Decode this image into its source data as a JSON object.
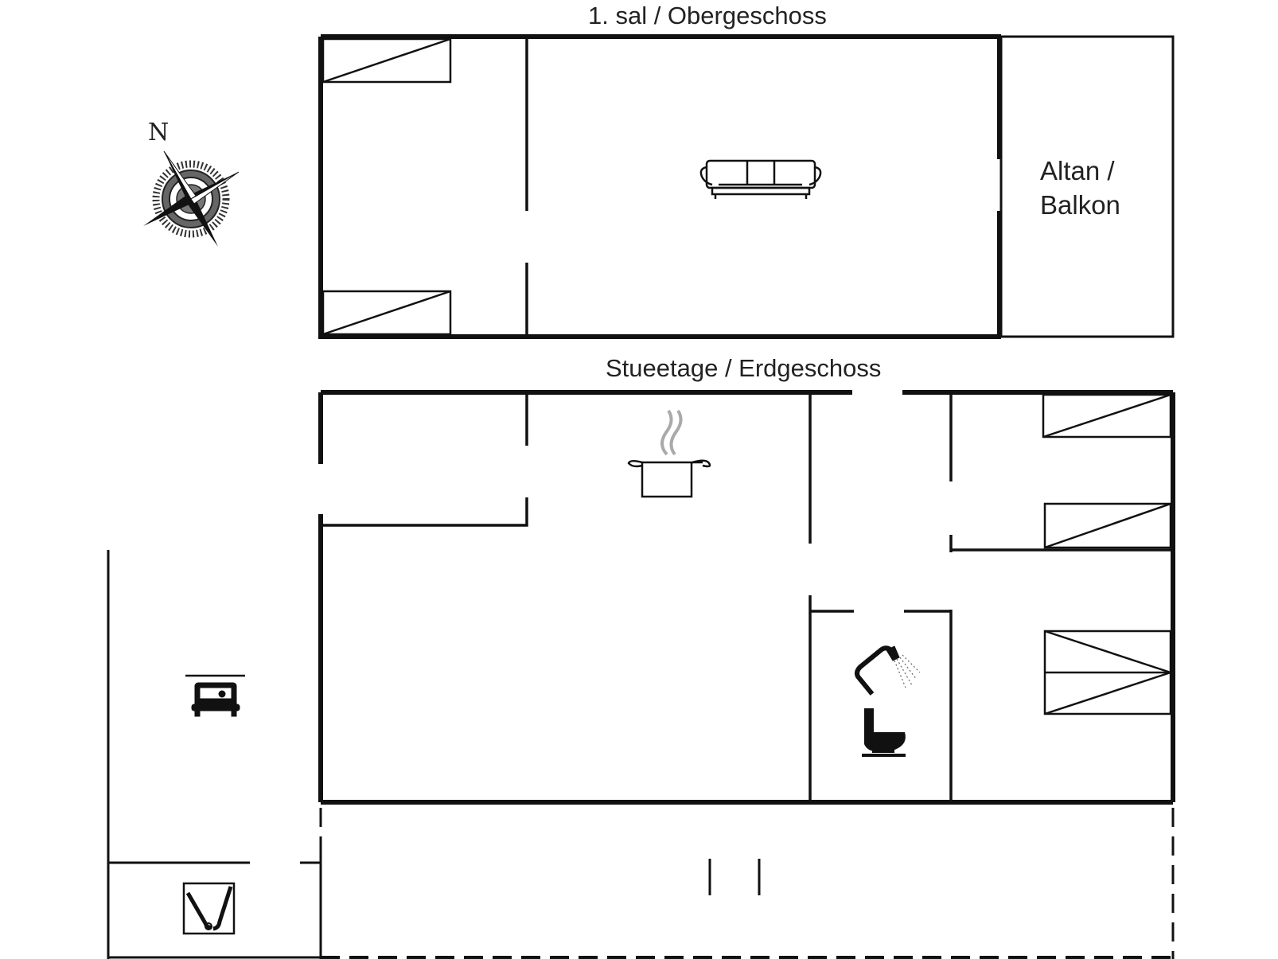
{
  "floors": {
    "upper": {
      "title": "1. sal / Obergeschoss"
    },
    "ground": {
      "title": "Stueetage / Erdgeschoss"
    }
  },
  "rooms": {
    "balcony": {
      "line1": "Altan /",
      "line2": "Balkon"
    }
  },
  "compass": {
    "north_label": "N"
  },
  "icons": {
    "sofa": "sofa-icon",
    "kitchen": "cooking-pot-icon",
    "shower": "shower-icon",
    "toilet": "toilet-icon",
    "carport": "car-icon",
    "storage": "tools-icon",
    "compass": "compass-rose-icon"
  }
}
